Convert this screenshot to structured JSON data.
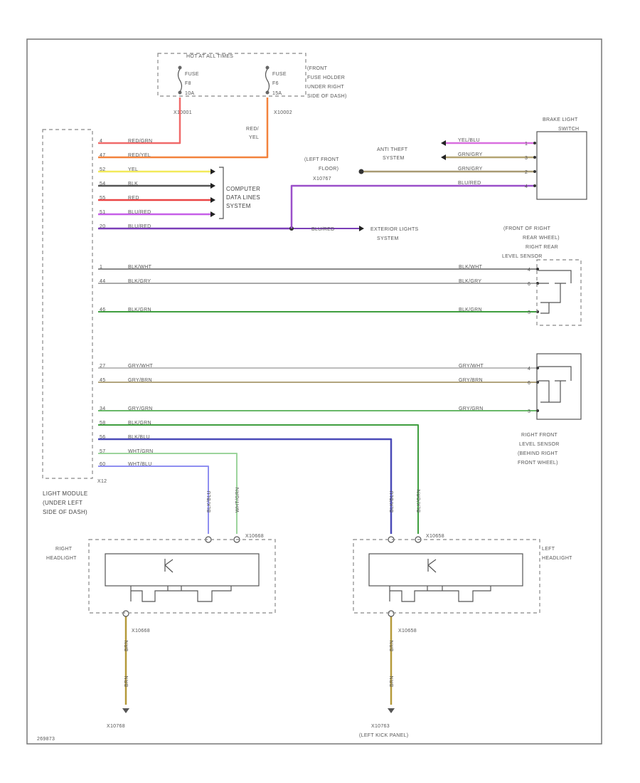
{
  "fuse_box": {
    "title": "HOT AT ALL TIMES",
    "fuse1": [
      "FUSE",
      "F8",
      "10A"
    ],
    "fuse2": [
      "FUSE",
      "F6",
      "15A"
    ],
    "location": [
      "(FRONT",
      "FUSE HOLDER",
      "UNDER RIGHT",
      "SIDE OF DASH)"
    ],
    "conn1": "X10001",
    "conn2": "X10002",
    "wire2_color": [
      "RED/",
      "YEL"
    ]
  },
  "light_module": {
    "label": [
      "LIGHT MODULE",
      "(UNDER LEFT",
      "SIDE OF DASH)"
    ],
    "connector": "X12",
    "pins": [
      {
        "pin": "4",
        "color": "RED/GRN",
        "hex": "#f06a6a"
      },
      {
        "pin": "47",
        "color": "RED/YEL",
        "hex": "#f3823c"
      },
      {
        "pin": "52",
        "color": "YEL",
        "hex": "#f2ea5a"
      },
      {
        "pin": "54",
        "color": "BLK",
        "hex": "#555555"
      },
      {
        "pin": "55",
        "color": "RED",
        "hex": "#ea4444"
      },
      {
        "pin": "51",
        "color": "BLU/RED",
        "hex": "#c65fe8"
      },
      {
        "pin": "20",
        "color": "BLU/RED",
        "hex": "#7b3fb8"
      },
      {
        "pin": "1",
        "color": "BLK/WHT",
        "hex": "#8a8a8a"
      },
      {
        "pin": "44",
        "color": "BLK/GRY",
        "hex": "#a9a9a9"
      },
      {
        "pin": "46",
        "color": "BLK/GRN",
        "hex": "#3f9e3f"
      },
      {
        "pin": "27",
        "color": "GRY/WHT",
        "hex": "#bdbdbd"
      },
      {
        "pin": "45",
        "color": "GRY/BRN",
        "hex": "#b2a57e"
      },
      {
        "pin": "34",
        "color": "GRY/GRN",
        "hex": "#68b868"
      },
      {
        "pin": "58",
        "color": "BLK/GRN",
        "hex": "#3f9e3f"
      },
      {
        "pin": "56",
        "color": "BLK/BLU",
        "hex": "#4a4ab8"
      },
      {
        "pin": "57",
        "color": "WHT/GRN",
        "hex": "#9cd49c"
      },
      {
        "pin": "60",
        "color": "WHT/BLU",
        "hex": "#8f8ff0"
      }
    ]
  },
  "computer": [
    "COMPUTER",
    "DATA LINES",
    "SYSTEM"
  ],
  "brake": {
    "label": [
      "BRAKE LIGHT",
      "SWITCH"
    ],
    "wires": [
      {
        "color": "YEL/BLU",
        "hex": "#d96fe0",
        "pin": "1"
      },
      {
        "color": "GRN/GRY",
        "hex": "#b4a472",
        "pin": "3"
      },
      {
        "color": "GRN/GRY",
        "hex": "#a89a72",
        "pin": "2"
      },
      {
        "color": "BLU/RED",
        "hex": "#9a4fc9",
        "pin": "4"
      }
    ],
    "anti_theft": [
      "ANTI THEFT",
      "SYSTEM"
    ],
    "left_front_floor": [
      "(LEFT FRONT",
      "FLOOR)",
      "X10767"
    ]
  },
  "exterior": {
    "wire": "BLU/RED",
    "label": [
      "EXTERIOR LIGHTS",
      "SYSTEM"
    ]
  },
  "rear_sensor": {
    "label": [
      "(FRONT OF RIGHT",
      "REAR WHEEL)",
      "RIGHT REAR",
      "LEVEL SENSOR"
    ],
    "pins": [
      "4",
      "6",
      "3"
    ],
    "wires": [
      "BLK/WHT",
      "BLK/GRY",
      "BLK/GRN"
    ]
  },
  "front_sensor": {
    "label": [
      "RIGHT FRONT",
      "LEVEL SENSOR",
      "(BEHIND RIGHT",
      "FRONT WHEEL)"
    ],
    "pins": [
      "4",
      "6",
      "3"
    ],
    "wires": [
      "GRY/WHT",
      "GRY/BRN",
      "GRY/GRN"
    ]
  },
  "right_headlight": {
    "label": [
      "RIGHT",
      "HEADLIGHT"
    ],
    "wire1": "BLK/BLU",
    "wire2": "WHT/GRN",
    "conn": "X10668",
    "ground_conn": "X10668",
    "ground_wire": "BRN",
    "ground": "X10768"
  },
  "left_headlight": {
    "label": [
      "LEFT",
      "HEADLIGHT"
    ],
    "wire1": "BLK/BLU",
    "wire2": "BLK/GRN",
    "conn": "X10658",
    "ground_conn": "X10658",
    "ground_wire": "BRN",
    "ground": [
      "X10763",
      "(LEFT KICK PANEL)"
    ]
  },
  "footer_code": "269873"
}
